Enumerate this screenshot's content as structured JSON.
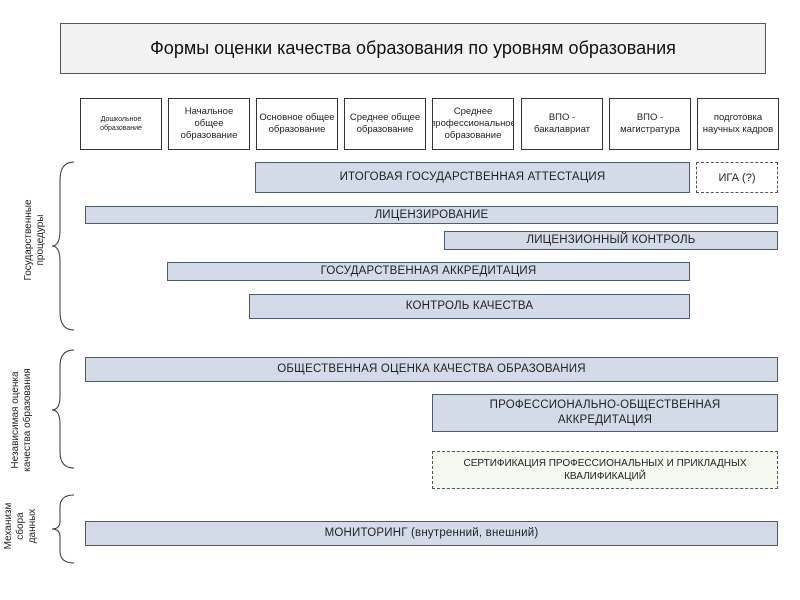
{
  "title": "Формы оценки качества образования по уровням образования",
  "levels": [
    "Дошкольное образование",
    "Начальное общее образование",
    "Основное общее образование",
    "Среднее общее образование",
    "Среднее профессиональное образование",
    "ВПО - бакалавриат",
    "ВПО - магистратура",
    "подготовка научных кадров"
  ],
  "groups": {
    "state": "Государственные процедуры",
    "independent": "Независимая оценка качества образования",
    "data": "Механизм сбора данных"
  },
  "bars": {
    "final_attestation": "ИТОГОВАЯ ГОСУДАРСТВЕННАЯ АТТЕСТАЦИЯ",
    "iga": "ИГА (?)",
    "licensing": "ЛИЦЕНЗИРОВАНИЕ",
    "license_control": "ЛИЦЕНЗИОННЫЙ КОНТРОЛЬ",
    "accreditation": "ГОСУДАРСТВЕННАЯ АККРЕДИТАЦИЯ",
    "quality_control": "КОНТРОЛЬ  КАЧЕСТВА",
    "public_assessment": "ОБЩЕСТВЕННАЯ ОЦЕНКА КАЧЕСТВА ОБРАЗОВАНИЯ",
    "prof_accreditation": "ПРОФЕССИОНАЛЬНО-ОБЩЕСТВЕННАЯ АККРЕДИТАЦИЯ",
    "certification": "СЕРТИФИКАЦИЯ ПРОФЕССИОНАЛЬНЫХ И ПРИКЛАДНЫХ КВАЛИФИКАЦИЙ",
    "monitoring": "МОНИТОРИНГ (внутренний, внешний)"
  },
  "colors": {
    "bar_fill": "#d3dbe8",
    "bar_border": "#4a5a70",
    "cert_fill": "#f3f9ef"
  }
}
